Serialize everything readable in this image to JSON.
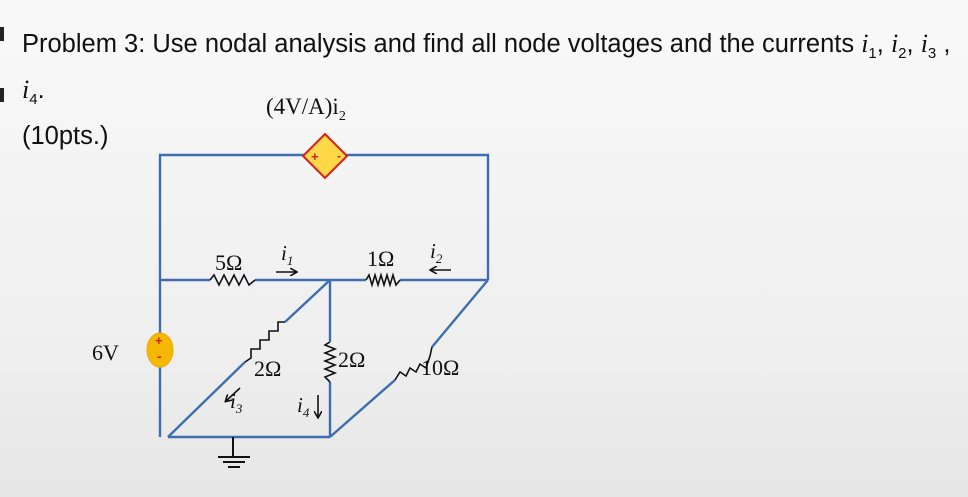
{
  "problem": {
    "statement": "Problem 3: Use nodal analysis and find all node voltages and the currents",
    "currents": [
      "i",
      "i",
      "i",
      "i"
    ],
    "current_subs": [
      "1",
      "2",
      "3",
      "4"
    ],
    "points": "(10pts.)"
  },
  "circuit": {
    "dep_source_label": "(4V/A)i",
    "dep_source_sub": "2",
    "voltage_source_label": "6V",
    "resistors": {
      "r_5ohm": "5Ω",
      "r_1ohm": "1Ω",
      "r_2ohm_diag": "2Ω",
      "r_2ohm_vert": "2Ω",
      "r_10ohm": "10Ω"
    },
    "current_labels": {
      "i1": "i",
      "i1_sub": "1",
      "i2": "i",
      "i2_sub": "2",
      "i3": "i",
      "i3_sub": "3",
      "i4": "i",
      "i4_sub": "4"
    },
    "plus": "+",
    "minus": "-",
    "colors": {
      "wire": "#3d6fb0",
      "source_fill": "#f5b800",
      "dep_fill": "#ffd84a",
      "dep_stroke": "#d8201a",
      "sign": "#d8201a"
    }
  }
}
